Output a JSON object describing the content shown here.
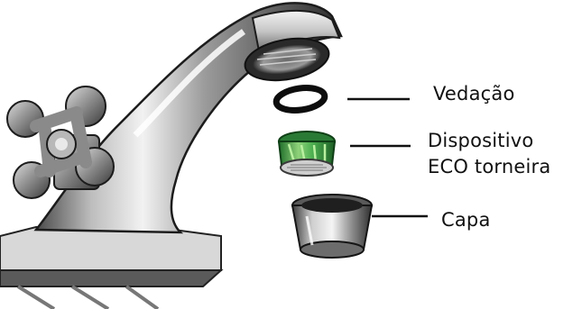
{
  "labels": {
    "vedacao": "Vedação",
    "dispositivo_line1": "Dispositivo",
    "dispositivo_line2": "ECO torneira",
    "capa": "Capa"
  },
  "colors": {
    "leader_line": "#111111",
    "aerator_green": "#4caf50",
    "chrome_dark": "#3a3a3a",
    "chrome_light": "#e6e6e6"
  },
  "icons": {
    "faucet": "faucet-icon",
    "handle": "cross-handle-icon",
    "seal": "seal-ring-icon",
    "eco_device": "eco-aerator-icon",
    "cap": "aerator-cap-icon"
  }
}
